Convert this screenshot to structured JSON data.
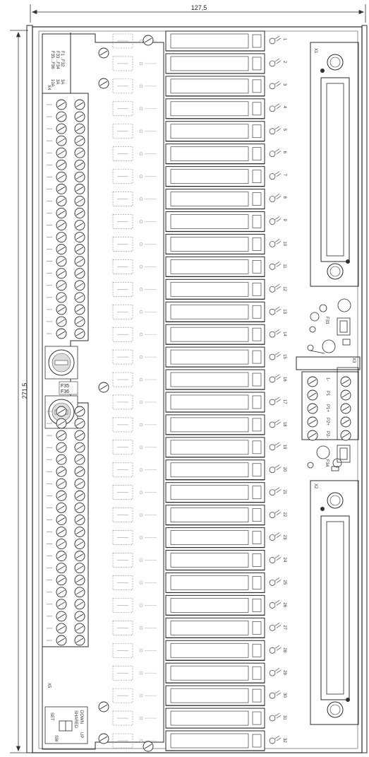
{
  "dimensions": {
    "width_label": "127,5",
    "height_label": "271,5"
  },
  "fuse_header": {
    "rows": [
      {
        "name": "F1 ..F32",
        "rating": "3A"
      },
      {
        "name": "F33 ..F34",
        "rating": "3A"
      },
      {
        "name": "F35 ..F36",
        "rating": "10A"
      }
    ],
    "connector_label": "X4"
  },
  "fuse_center": {
    "top": "F35",
    "bottom": "F36"
  },
  "relay_numbers": [
    "1",
    "2",
    "3",
    "4",
    "5",
    "6",
    "7",
    "8",
    "9",
    "10",
    "11",
    "12",
    "13",
    "14",
    "15",
    "16",
    "17",
    "18",
    "19",
    "20",
    "21",
    "22",
    "23",
    "24",
    "25",
    "26",
    "27",
    "28",
    "29",
    "30",
    "31",
    "32"
  ],
  "connectors": {
    "top": "X1",
    "bottom": "X2",
    "side": "X3",
    "lower_left": "X5"
  },
  "side_leds": {
    "upper": "F33",
    "lower": "F34"
  },
  "side_terminals": [
    "1-",
    "P1",
    "P1+",
    "P2+",
    "P2-"
  ],
  "switch_labels": {
    "title": "SET",
    "options": [
      "DOWN",
      "SHARED",
      "SW",
      "UP"
    ]
  },
  "colors": {
    "line": "#2a2a2a",
    "light_line": "#777777",
    "background": "#ffffff"
  }
}
